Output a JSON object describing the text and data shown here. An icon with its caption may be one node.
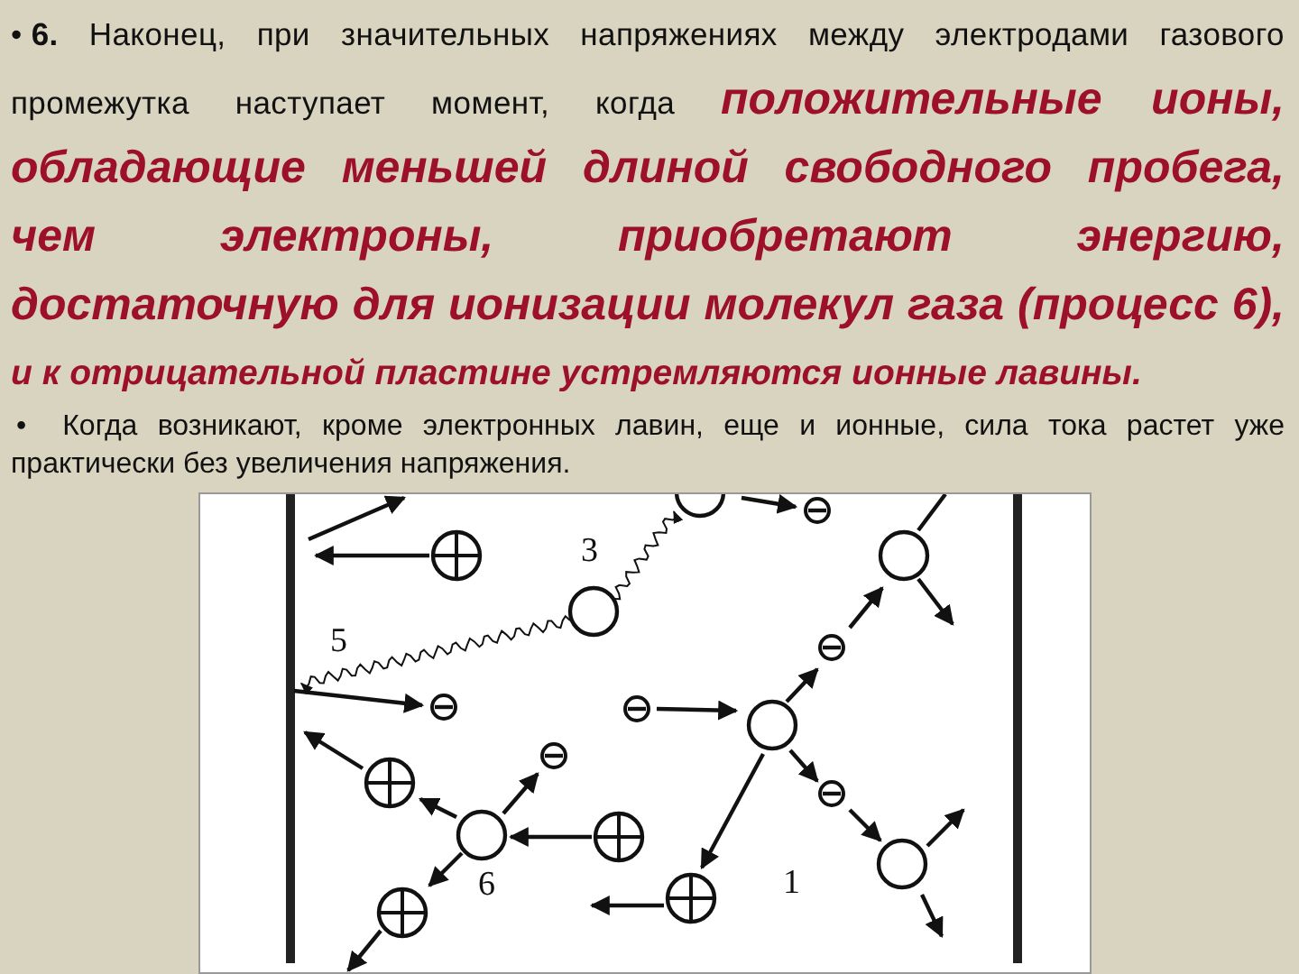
{
  "diagram": {
    "labels": [
      "•",
      "**6.** Наконец, при значительных напряжениях между электродами газового промежутка наступает момент, когда *положительные ионы, обладающие меньшей длиной свободного пробега, чем электроны, приобретают энергию, достаточную для ионизации молекул газа (процесс 6),* *и к отрицательной пластине устремляются ионные лавины.*",
      "•",
      "Когда возникают, кроме электронных лавин, еще и ионные, сила тока растет уже практически без увеличения напряжения.",
      "3",
      "5",
      "6",
      "1"
    ]
  }
}
